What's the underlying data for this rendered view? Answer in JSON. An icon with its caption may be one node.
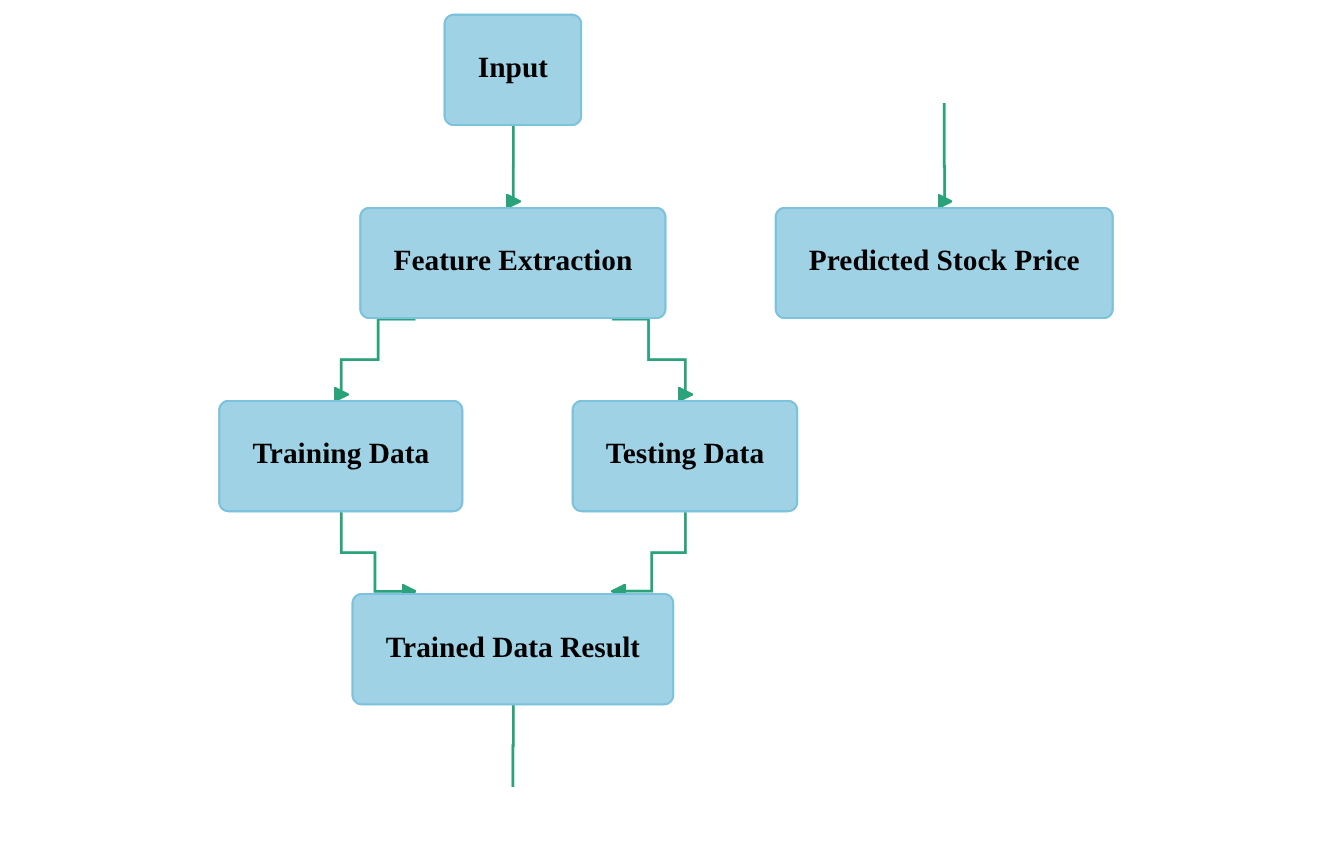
{
  "diagram": {
    "nodes": [
      {
        "text": [
          "Input"
        ]
      },
      {
        "text": [
          "Feature Extraction"
        ]
      },
      {
        "text": [
          "Training Data"
        ]
      },
      {
        "text": [
          "Testing Data"
        ]
      },
      {
        "text": [
          "Trained Data Result"
        ]
      },
      {
        "text": [
          "Predicted Stock Price"
        ]
      }
    ],
    "edges": [
      {
        "from": 0,
        "to": 1,
        "arrow": "to"
      },
      {
        "from": 1,
        "to": 2,
        "arrow": "to"
      },
      {
        "from": 1,
        "to": 3,
        "arrow": "to"
      },
      {
        "from": 2,
        "to": 4,
        "arrow": "to"
      },
      {
        "from": 3,
        "to": 4,
        "arrow": "to"
      },
      {
        "from": 4,
        "to": null,
        "arrow": "none"
      },
      {
        "from": null,
        "to": 5,
        "arrow": "to"
      }
    ]
  }
}
